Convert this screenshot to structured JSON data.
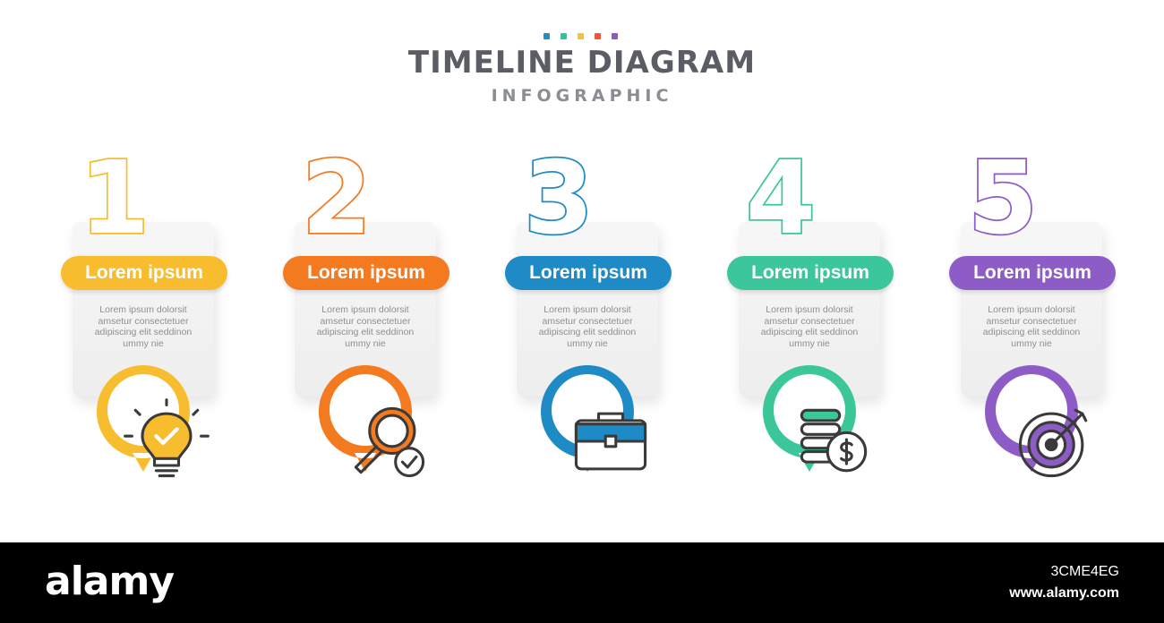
{
  "header": {
    "title": "TIMELINE DIAGRAM",
    "subtitle": "INFOGRAPHIC",
    "dot_colors": [
      "#1f8fc7",
      "#35c29a",
      "#f5c23a",
      "#f0553c",
      "#8d5ac4"
    ]
  },
  "steps": [
    {
      "number": "1",
      "label": "Lorem ipsum",
      "body": "Lorem ipsum dolorsit amsetur consectetuer adipiscing elit seddinon ummy nie",
      "color": "#f7bd2e",
      "icon": "lightbulb-icon"
    },
    {
      "number": "2",
      "label": "Lorem ipsum",
      "body": "Lorem ipsum dolorsit amsetur consectetuer adipiscing elit seddinon ummy nie",
      "color": "#f47a20",
      "icon": "magnifier-check-icon"
    },
    {
      "number": "3",
      "label": "Lorem ipsum",
      "body": "Lorem ipsum dolorsit amsetur consectetuer adipiscing elit seddinon ummy nie",
      "color": "#1e8ac6",
      "icon": "briefcase-icon"
    },
    {
      "number": "4",
      "label": "Lorem ipsum",
      "body": "Lorem ipsum dolorsit amsetur consectetuer adipiscing elit seddinon ummy nie",
      "color": "#3cc79a",
      "icon": "coins-dollar-icon"
    },
    {
      "number": "5",
      "label": "Lorem ipsum",
      "body": "Lorem ipsum dolorsit amsetur consectetuer adipiscing elit seddinon ummy nie",
      "color": "#8e5cc6",
      "icon": "target-dart-icon"
    }
  ],
  "footer": {
    "logo": "alamy",
    "image_code": "3CME4EG",
    "site": "www.alamy.com"
  }
}
